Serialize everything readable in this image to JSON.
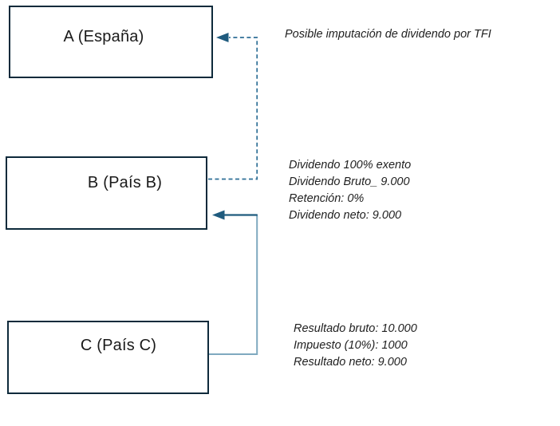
{
  "colors": {
    "box_border": "#0e2a3b",
    "box_fill": "#ffffff",
    "text": "#1a1a1a",
    "dashed_line": "#2e6f96",
    "solid_line_light": "#7fa9bf",
    "solid_line_dark": "#1f5b7e",
    "arrowhead": "#1f5b7e"
  },
  "boxes": [
    {
      "id": "a",
      "label": "A (España)"
    },
    {
      "id": "b",
      "label": "B (País B)"
    },
    {
      "id": "c",
      "label": "C (País C)"
    }
  ],
  "annotations": {
    "top": {
      "lines": [
        "Posible imputación de dividendo por TFI"
      ]
    },
    "middle": {
      "lines": [
        "Dividendo 100% exento",
        "Dividendo Bruto_ 9.000",
        "Retención: 0%",
        "Dividendo neto: 9.000"
      ]
    },
    "bottom": {
      "lines": [
        "Resultado bruto: 10.000",
        "Impuesto (10%): 1000",
        "Resultado neto: 9.000"
      ]
    }
  }
}
